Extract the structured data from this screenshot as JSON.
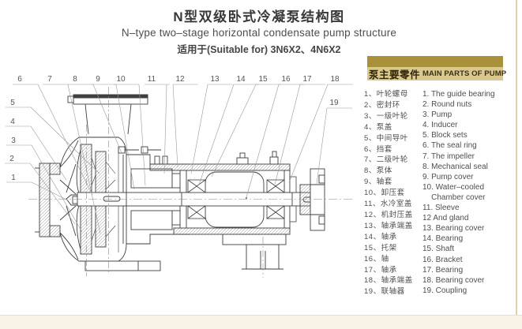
{
  "title": {
    "zh": "N型双级卧式冷凝泵结构图",
    "en": "N–type two–stage horizontal condensate pump structure",
    "suitable": "适用于(Suitable for) 3N6X2、4N6X2"
  },
  "parts_panel": {
    "header_zh": "泵主要零件",
    "header_en": "MAIN PARTS OF PUMP"
  },
  "parts_zh": [
    "1、叶轮螺母",
    "2、密封环",
    "3、一级叶轮",
    "4、泵盖",
    "5、中间导叶",
    "6、挡套",
    "7、二级叶轮",
    "8、泵体",
    "9、轴套",
    "10、卸压套",
    "11、水冷室盖",
    "12、机封压盖",
    "13、轴承端盖",
    "14、轴承",
    "15、托架",
    "16、轴",
    "17、轴承",
    "18、轴承端盖",
    "19、联轴器"
  ],
  "parts_en": [
    "1. The guide bearing",
    "2. Round nuts",
    "3. Pump",
    "4. Inducer",
    "5. Block sets",
    "6. The seal ring",
    "7. The impeller",
    "8. Mechanical seal",
    "9. Pump cover",
    "10. Water–cooled",
    "    Chamber cover",
    "11. Sleeve",
    "12 And gland",
    "13. Bearing cover",
    "14. Bearing",
    "15. Shaft",
    "16. Bracket",
    "17. Bearing",
    "18. Bearing cover",
    "19. Coupling"
  ],
  "callouts": {
    "c1": "1",
    "c2": "2",
    "c3": "3",
    "c4": "4",
    "c5": "5",
    "c6": "6",
    "c7": "7",
    "c8": "8",
    "c9": "9",
    "c10": "10",
    "c11": "11",
    "c12": "12",
    "c13": "13",
    "c14": "14",
    "c15": "15",
    "c16": "16",
    "c17": "17",
    "c18": "18",
    "c19": "19"
  },
  "colors": {
    "gold_bar": "#a8913a",
    "header_bg": "#d9c890",
    "header_text": "#2f2508",
    "panel_border": "#dbd2b4",
    "bottom_strip": "#f8f3e5",
    "drawing_line": "#3f3f3f",
    "callout_text": "#555555"
  }
}
